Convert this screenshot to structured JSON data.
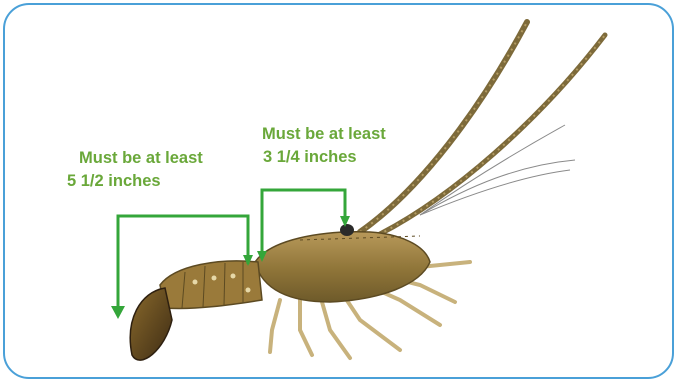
{
  "colors": {
    "border": "#4aa0d8",
    "annotation": "#6aa83a",
    "arrow": "#34a63a"
  },
  "measurements": [
    {
      "line1": "Must be at least",
      "line2": "5 1/2 inches"
    },
    {
      "line1": "Must be at least",
      "line2": "3 1/4 inches"
    }
  ]
}
